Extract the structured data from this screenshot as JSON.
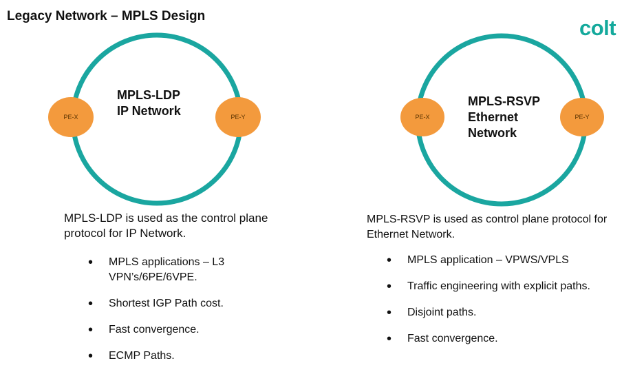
{
  "header": {
    "title": "Legacy Network – MPLS Design",
    "logo_text": "colt",
    "logo_color": "#14a99c"
  },
  "colors": {
    "ring": "#1aa6a0",
    "node_fill": "#f39a3d",
    "node_text": "#5a3300"
  },
  "left_diagram": {
    "node_a": "PE-X",
    "node_b": "PE-Y",
    "network_label_line1": "MPLS-LDP",
    "network_label_line2": "IP Network"
  },
  "right_diagram": {
    "node_a": "PE-X",
    "node_b": "PE-Y",
    "network_label_line1": "MPLS-RSVP",
    "network_label_line2": "Ethernet",
    "network_label_line3": "Network"
  },
  "left_panel": {
    "description": "MPLS-LDP is used as the control plane protocol for IP Network.",
    "bullets": [
      "MPLS applications – L3 VPN’s/6PE/6VPE.",
      "Shortest IGP Path cost.",
      "Fast convergence.",
      "ECMP Paths."
    ]
  },
  "right_panel": {
    "description": "MPLS-RSVP is used as control plane protocol for Ethernet Network.",
    "bullets": [
      "MPLS application – VPWS/VPLS",
      "Traffic engineering with explicit paths.",
      "Disjoint paths.",
      "Fast convergence."
    ]
  },
  "bullet_glyph": "•"
}
